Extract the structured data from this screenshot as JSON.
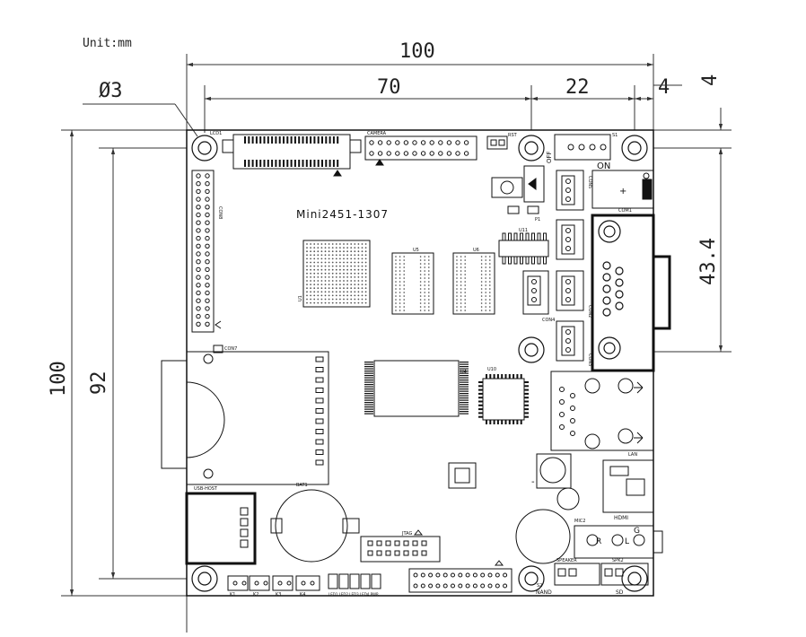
{
  "unit_note": "Unit:mm",
  "board_name": "Mini2451-1307",
  "dimensions": {
    "overall_width": "100",
    "width_70": "70",
    "width_22": "22",
    "width_4": "4",
    "right_4": "4",
    "right_43_4": "43.4",
    "overall_height": "100",
    "height_92": "92",
    "hole_diameter": "Ø3"
  },
  "labels": {
    "camera": "CAMERA",
    "rst": "RST",
    "on": "ON",
    "off": "OFF",
    "lcd1": "LCD1",
    "con_left": "CON8",
    "com1": "COM1",
    "u1": "U1",
    "u5": "U5",
    "u6": "U6",
    "u11": "U11",
    "u4": "U4",
    "u10": "U10",
    "con7": "CON7",
    "con4": "CON4",
    "con2": "CON2",
    "con3": "CON3",
    "con5": "CON5",
    "lan": "LAN",
    "usb_host": "USB-HOST",
    "bat1": "BAT1",
    "jtag": "JTAG",
    "speaker": "SPEAKER",
    "spk2": "SPK2",
    "nand": "NAND",
    "sd": "SD",
    "mic2": "MIC2",
    "hdmi": "HDMI",
    "r": "R",
    "l": "L",
    "g": "G",
    "k": "K1",
    "k2": "K2",
    "k3": "K3",
    "k4": "K4",
    "led_row": "LED1 LED2 LED3 LED4 PWR",
    "s2": "S2",
    "s1": "S1",
    "p1": "P1",
    "plus": "+",
    "minus": "-"
  }
}
